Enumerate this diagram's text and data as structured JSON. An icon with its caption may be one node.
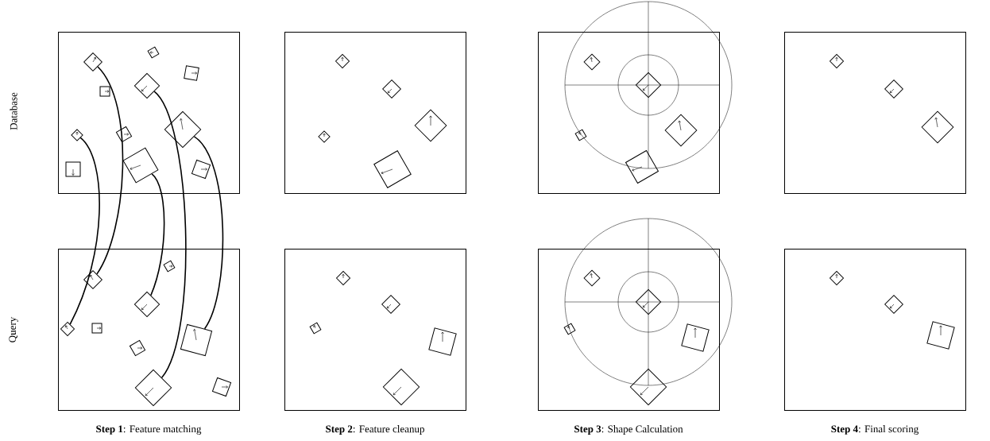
{
  "diagram": {
    "nodes": [
      {
        "text": [],
        "shape": "box"
      },
      {
        "text": [],
        "shape": "diamond",
        "in": 0
      },
      {
        "text": [],
        "shape": "diamond",
        "in": 0
      },
      {
        "text": [],
        "shape": "diamond",
        "in": 0
      },
      {
        "text": [],
        "shape": "box",
        "in": 0
      },
      {
        "text": [],
        "shape": "diamond",
        "in": 0
      },
      {
        "text": [],
        "shape": "box"
      },
      {
        "text": [],
        "shape": "diamond",
        "in": 6
      },
      {
        "text": [],
        "shape": "diamond",
        "in": 6
      },
      {
        "text": [],
        "shape": "diamond",
        "in": 6
      },
      {
        "text": [],
        "shape": "diamond",
        "in": 6
      },
      {
        "text": [],
        "shape": "box",
        "in": 6
      },
      {
        "text": [],
        "shape": "box"
      },
      {
        "text": [],
        "shape": "box"
      },
      {
        "text": [],
        "shape": "box"
      },
      {
        "text": [],
        "shape": "box"
      },
      {
        "text": [],
        "shape": "box"
      },
      {
        "text": [],
        "shape": "box"
      }
    ],
    "edges": [
      {
        "from": 1,
        "to": 7,
        "arrow": "none"
      },
      {
        "from": 2,
        "to": 8,
        "arrow": "none"
      },
      {
        "from": 3,
        "to": 10,
        "arrow": "none"
      },
      {
        "from": 4,
        "to": 9,
        "arrow": "none"
      },
      {
        "from": 5,
        "to": 11,
        "arrow": "none"
      }
    ],
    "labels": [
      "Database",
      "Query",
      "**Step 1**: Feature matching",
      "**Step 2**: Feature cleanup",
      "**Step 3**: Shape Calculation",
      "**Step 4**: Final scoring"
    ]
  }
}
